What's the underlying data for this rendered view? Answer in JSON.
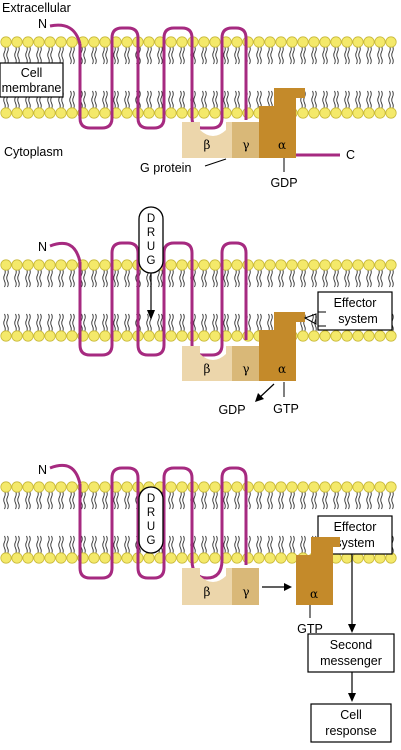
{
  "colors": {
    "lipid_head": "#f4e96a",
    "lipid_head_stroke": "#c8b93a",
    "lipid_tail": "#333333",
    "receptor": "#a62a80",
    "beta": "#ecd6ab",
    "gamma": "#d9b878",
    "alpha": "#c48a2a"
  },
  "labels": {
    "extracellular": "Extracellular",
    "cell_membrane_l1": "Cell",
    "cell_membrane_l2": "membrane",
    "cytoplasm": "Cytoplasm",
    "n_terminal": "N",
    "c_terminal": "C",
    "g_protein": "G protein",
    "beta": "β",
    "gamma": "γ",
    "alpha": "α"
  },
  "panel1": {
    "gdp": "GDP"
  },
  "panel2": {
    "drug": [
      "D",
      "R",
      "U",
      "G"
    ],
    "gdp": "GDP",
    "gtp": "GTP",
    "effector_l1": "Effector",
    "effector_l2": "system"
  },
  "panel3": {
    "drug": [
      "D",
      "R",
      "U",
      "G"
    ],
    "gtp": "GTP",
    "effector_l1": "Effector",
    "effector_l2": "system",
    "second_messenger_l1": "Second",
    "second_messenger_l2": "messenger",
    "cell_response_l1": "Cell",
    "cell_response_l2": "response"
  }
}
